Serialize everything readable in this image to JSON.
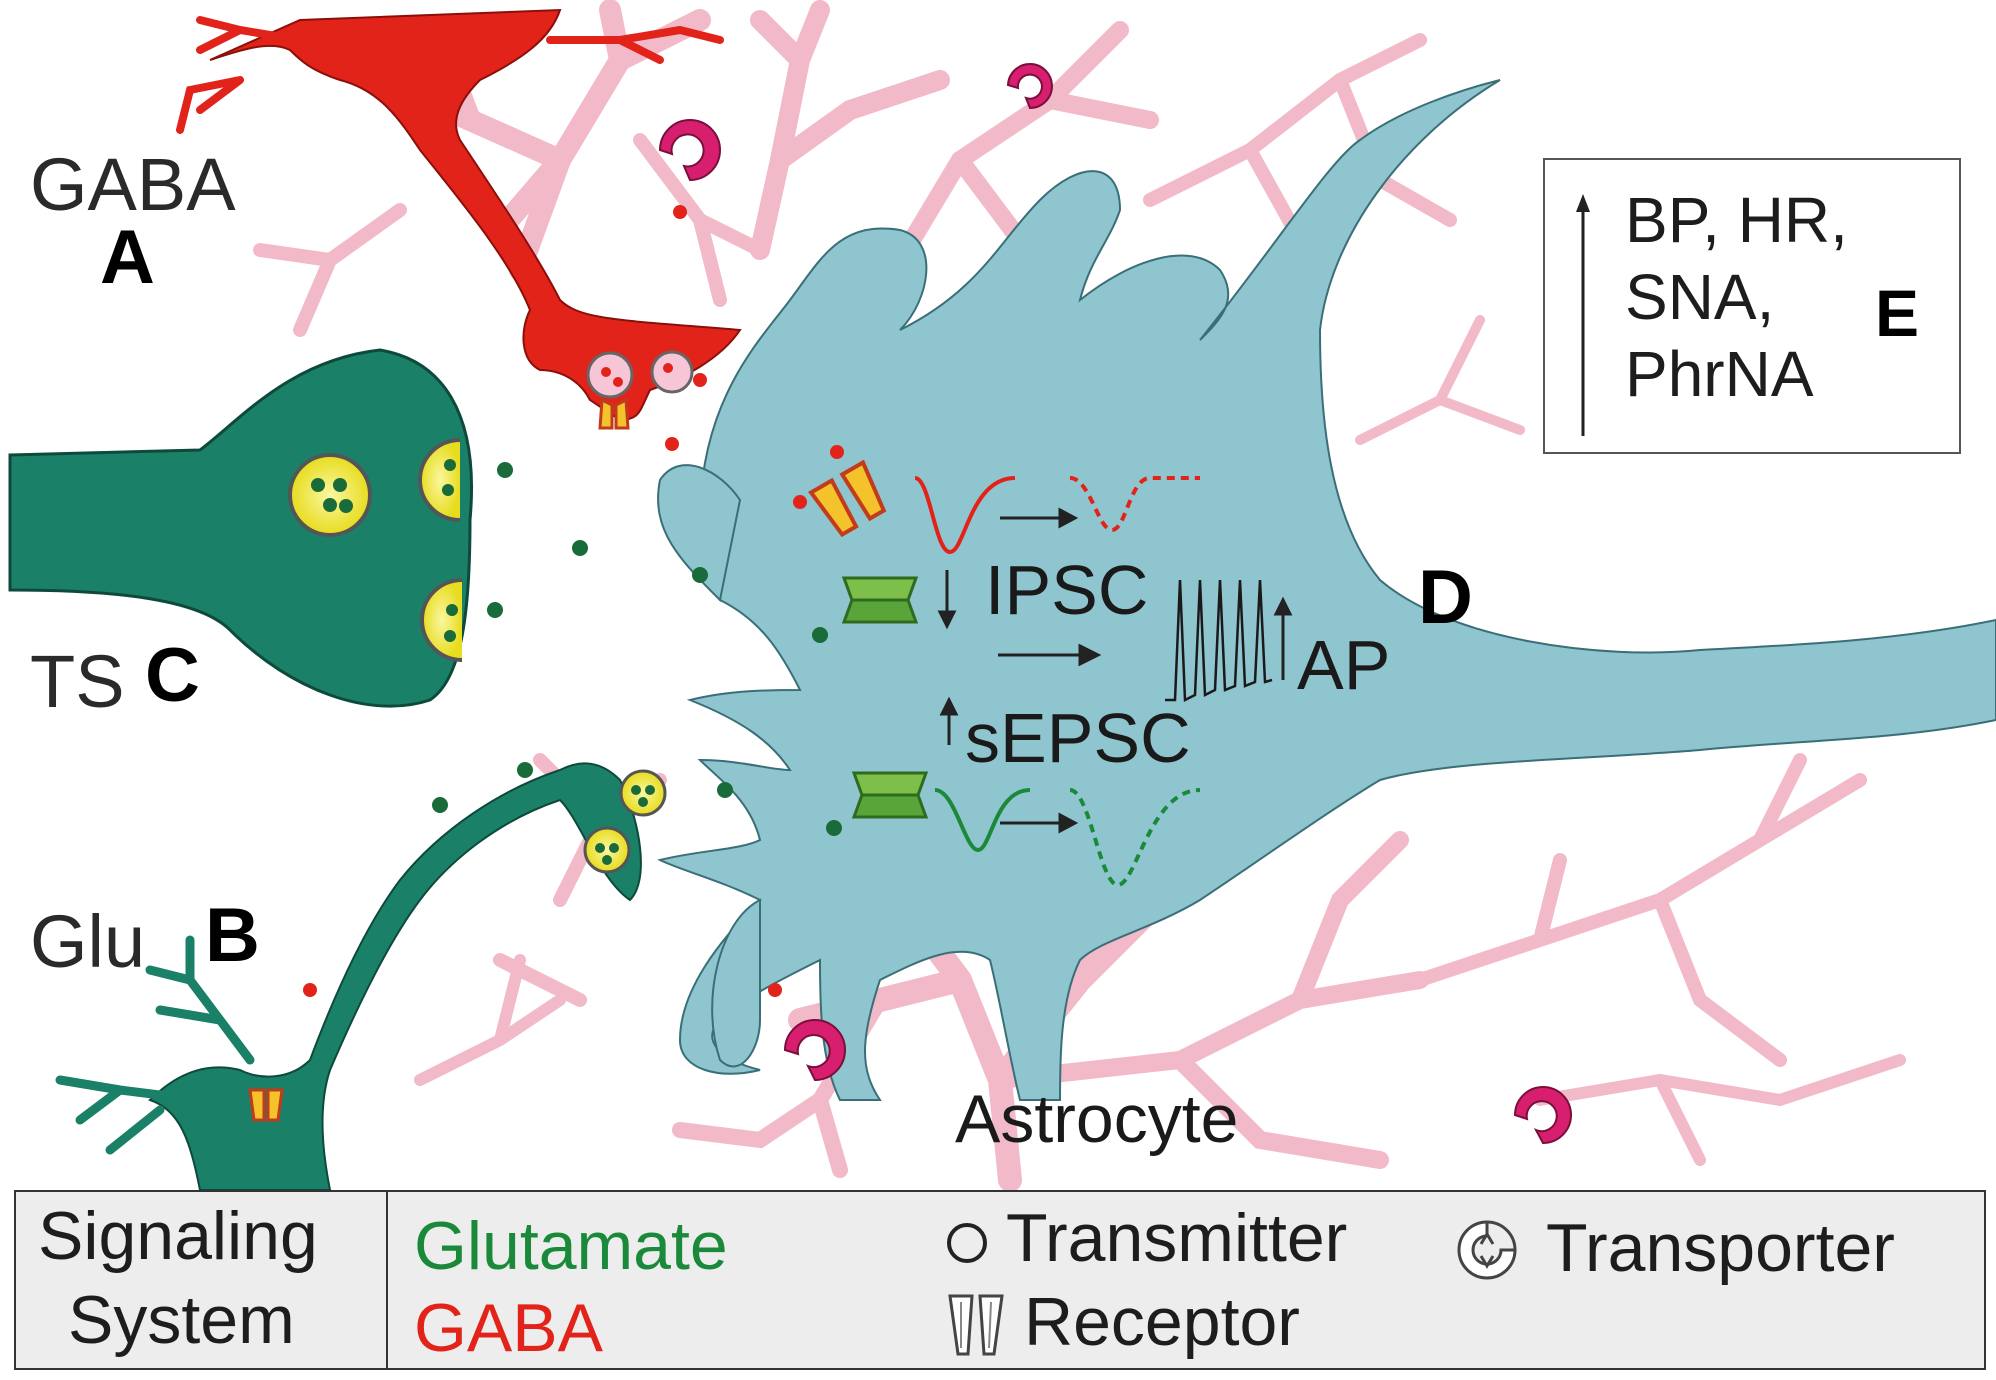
{
  "labels": {
    "gaba_neuron": "GABA",
    "marker_a": "A",
    "glu_neuron": "Glu",
    "marker_b": "B",
    "ts_neuron": "TS",
    "marker_c": "C",
    "marker_d": "D",
    "marker_e": "E",
    "ipsc": "IPSC",
    "sepsc": "sEPSC",
    "ap": "AP",
    "astrocyte": "Astrocyte"
  },
  "effect_box": {
    "lines": [
      "BP, HR,",
      "SNA,",
      "PhrNA"
    ]
  },
  "legend": {
    "title_line1": "Signaling",
    "title_line2": "System",
    "glutamate": "Glutamate",
    "gaba": "GABA",
    "transmitter": "Transmitter",
    "receptor": "Receptor",
    "transporter": "Transporter"
  },
  "colors": {
    "gaba": "#e2231a",
    "glutamate": "#1a8a3a",
    "neuron_teal": "#1a8068",
    "target_neuron": "#8fc5cf",
    "astrocyte": "#f2b6c8",
    "transporter": "#d81e6e",
    "vesicle": "#f4ec3a"
  }
}
